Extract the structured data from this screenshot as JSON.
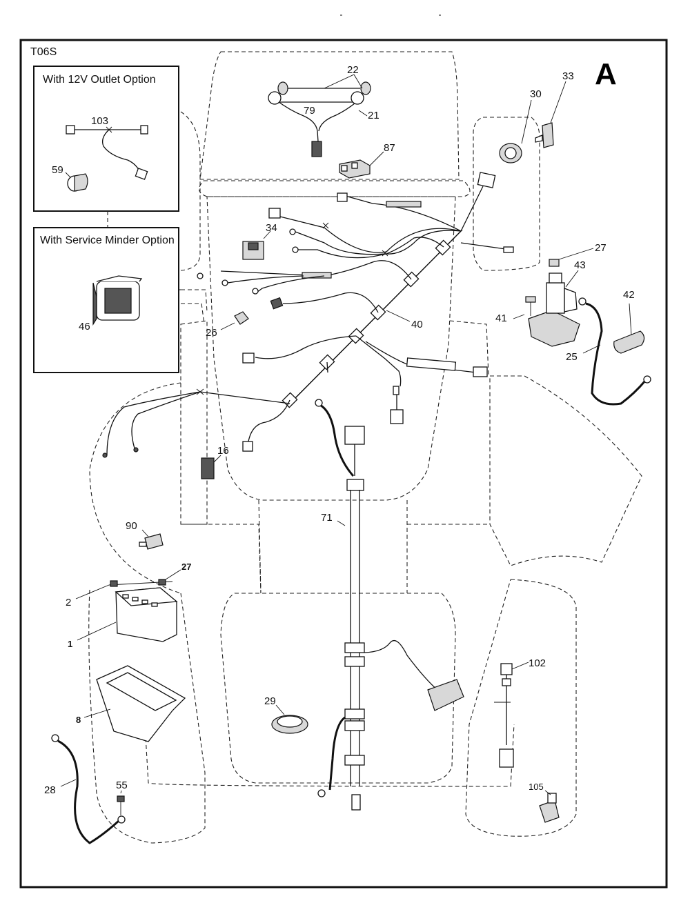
{
  "header": {
    "diagram_code": "T06S",
    "section_letter": "A"
  },
  "insets": {
    "outlet_option": {
      "title": "With 12V Outlet Option",
      "parts": [
        "103",
        "59"
      ]
    },
    "service_minder_option": {
      "title": "With Service Minder Option",
      "parts": [
        "46"
      ]
    }
  },
  "parts": {
    "p1": "1",
    "p2": "2",
    "p8": "8",
    "p16": "16",
    "p21": "21",
    "p22": "22",
    "p25": "25",
    "p26": "26",
    "p27a": "27",
    "p27b": "27",
    "p28": "28",
    "p29": "29",
    "p30": "30",
    "p33": "33",
    "p34": "34",
    "p40": "40",
    "p41": "41",
    "p42": "42",
    "p43": "43",
    "p46": "46",
    "p55": "55",
    "p59": "59",
    "p71": "71",
    "p79": "79",
    "p87": "87",
    "p90": "90",
    "p102": "102",
    "p103": "103",
    "p105": "105"
  }
}
